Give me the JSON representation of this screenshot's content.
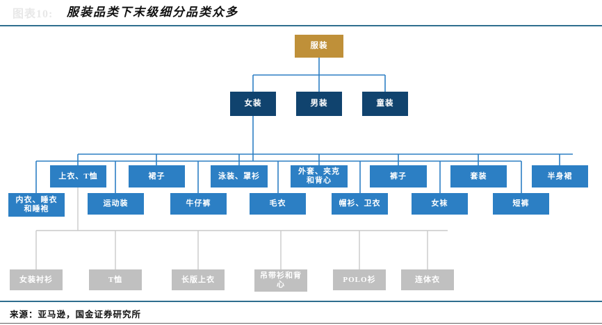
{
  "header": {
    "figure_prefix": "图表10:",
    "title": "服装品类下末级细分品类众多"
  },
  "footer": {
    "source": "来源：亚马逊，国金证券研究所"
  },
  "colors": {
    "root_gold": "#bf9039",
    "level2_navy": "#10436e",
    "level3_blue": "#2c7fc4",
    "level4_blue": "#2c7fc4",
    "level5_gray": "#c0c0c0",
    "connector_blue": "#2c7fc4",
    "connector_gray": "#c9c9c9",
    "rule_teal": "#2e6e8e"
  },
  "chart_data": {
    "type": "diagram",
    "diagram_kind": "org-chart-tree",
    "title": "服装品类下末级细分品类众多",
    "root": "服装",
    "levels": [
      {
        "level": 1,
        "nodes": [
          "服装"
        ]
      },
      {
        "level": 2,
        "nodes": [
          "女装",
          "男装",
          "童装"
        ]
      },
      {
        "level": 3,
        "nodes": [
          "上衣、T恤",
          "裙子",
          "泳装、罩衫",
          "外套、夹克和背心",
          "裤子",
          "套装",
          "半身裙"
        ]
      },
      {
        "level": 4,
        "nodes": [
          "内衣、睡衣和睡袍",
          "运动装",
          "牛仔裤",
          "毛衣",
          "帽衫、卫衣",
          "女袜",
          "短裤"
        ]
      },
      {
        "level": 5,
        "nodes": [
          "女装衬衫",
          "T恤",
          "长版上衣",
          "吊带衫和背心",
          "POLO衫",
          "连体衣"
        ]
      }
    ],
    "edges": [
      {
        "from": "服装",
        "to": "女装"
      },
      {
        "from": "服装",
        "to": "男装"
      },
      {
        "from": "服装",
        "to": "童装"
      },
      {
        "from": "女装",
        "to": "上衣、T恤"
      },
      {
        "from": "女装",
        "to": "裙子"
      },
      {
        "from": "女装",
        "to": "泳装、罩衫"
      },
      {
        "from": "女装",
        "to": "外套、夹克和背心"
      },
      {
        "from": "女装",
        "to": "裤子"
      },
      {
        "from": "女装",
        "to": "套装"
      },
      {
        "from": "女装",
        "to": "半身裙"
      },
      {
        "from": "女装",
        "to": "内衣、睡衣和睡袍"
      },
      {
        "from": "女装",
        "to": "运动装"
      },
      {
        "from": "女装",
        "to": "牛仔裤"
      },
      {
        "from": "女装",
        "to": "毛衣"
      },
      {
        "from": "女装",
        "to": "帽衫、卫衣"
      },
      {
        "from": "女装",
        "to": "女袜"
      },
      {
        "from": "女装",
        "to": "短裤"
      },
      {
        "from": "上衣、T恤",
        "to": "女装衬衫"
      },
      {
        "from": "上衣、T恤",
        "to": "T恤"
      },
      {
        "from": "上衣、T恤",
        "to": "长版上衣"
      },
      {
        "from": "上衣、T恤",
        "to": "吊带衫和背心"
      },
      {
        "from": "上衣、T恤",
        "to": "POLO衫"
      },
      {
        "from": "上衣、T恤",
        "to": "连体衣"
      }
    ]
  },
  "nodes": {
    "root": {
      "label": "服装"
    },
    "l2": [
      {
        "label": "女装"
      },
      {
        "label": "男装"
      },
      {
        "label": "童装"
      }
    ],
    "l3": [
      {
        "label": "上衣、T恤"
      },
      {
        "label": "裙子"
      },
      {
        "label": "泳装、罩衫"
      },
      {
        "label": "外套、夹克\n和背心"
      },
      {
        "label": "裤子"
      },
      {
        "label": "套装"
      },
      {
        "label": "半身裙"
      }
    ],
    "l4": [
      {
        "label": "内衣、睡衣\n和睡袍"
      },
      {
        "label": "运动装"
      },
      {
        "label": "牛仔裤"
      },
      {
        "label": "毛衣"
      },
      {
        "label": "帽衫、卫衣"
      },
      {
        "label": "女袜"
      },
      {
        "label": "短裤"
      }
    ],
    "l5": [
      {
        "label": "女装衬衫"
      },
      {
        "label": "T恤"
      },
      {
        "label": "长版上衣"
      },
      {
        "label": "吊带衫和背\n心"
      },
      {
        "label": "POLO衫"
      },
      {
        "label": "连体衣"
      }
    ]
  }
}
